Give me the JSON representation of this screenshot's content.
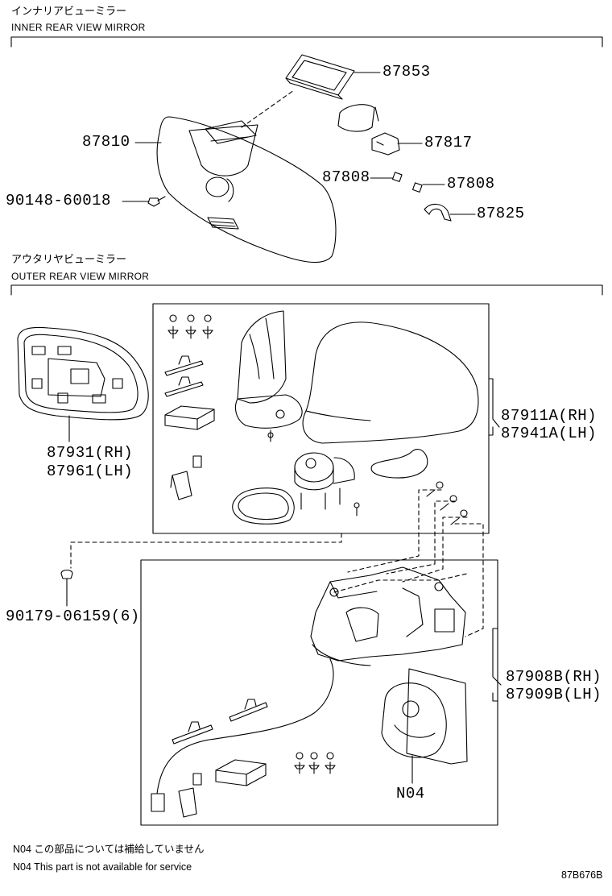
{
  "inner_section": {
    "title_jp": "インナリアビューミラー",
    "title_en": "INNER REAR VIEW MIRROR",
    "parts": {
      "p87853": "87853",
      "p87810": "87810",
      "p87817": "87817",
      "p87808a": "87808",
      "p87808b": "87808",
      "p90148": "90148-60018",
      "p87825": "87825"
    }
  },
  "outer_section": {
    "title_jp": "アウタリヤビューミラー",
    "title_en": "OUTER REAR VIEW MIRROR",
    "parts": {
      "p87931": "87931(RH)",
      "p87961": "87961(LH)",
      "p87911a": "87911A(RH)",
      "p87941a": "87941A(LH)",
      "p90179": "90179-06159(6)",
      "p87908b": "87908B(RH)",
      "p87909b": "87909B(LH)",
      "n04": "N04"
    }
  },
  "notes": {
    "jp": "N04 この部品については補給していません",
    "en": "N04 This part is not available for service"
  },
  "diagram_code": "87B676B"
}
